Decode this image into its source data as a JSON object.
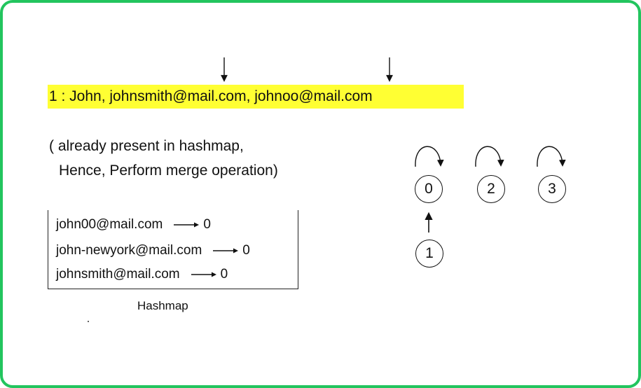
{
  "record": {
    "text": "1 : John, johnsmith@mail.com, johnoo@mail.com"
  },
  "note": {
    "line1": "( already present in hashmap,",
    "line2": "Hence, Perform merge operation)"
  },
  "hashmap": {
    "caption": "Hashmap",
    "rows": [
      {
        "key": "john00@mail.com",
        "value": "0"
      },
      {
        "key": "john-newyork@mail.com",
        "value": "0"
      },
      {
        "key": "johnsmith@mail.com",
        "value": "0"
      }
    ]
  },
  "nodes": [
    {
      "label": "0"
    },
    {
      "label": "2"
    },
    {
      "label": "3"
    },
    {
      "label": "1"
    }
  ],
  "colors": {
    "border": "#22c55e",
    "highlight": "#ffff33",
    "ink": "#111111"
  }
}
